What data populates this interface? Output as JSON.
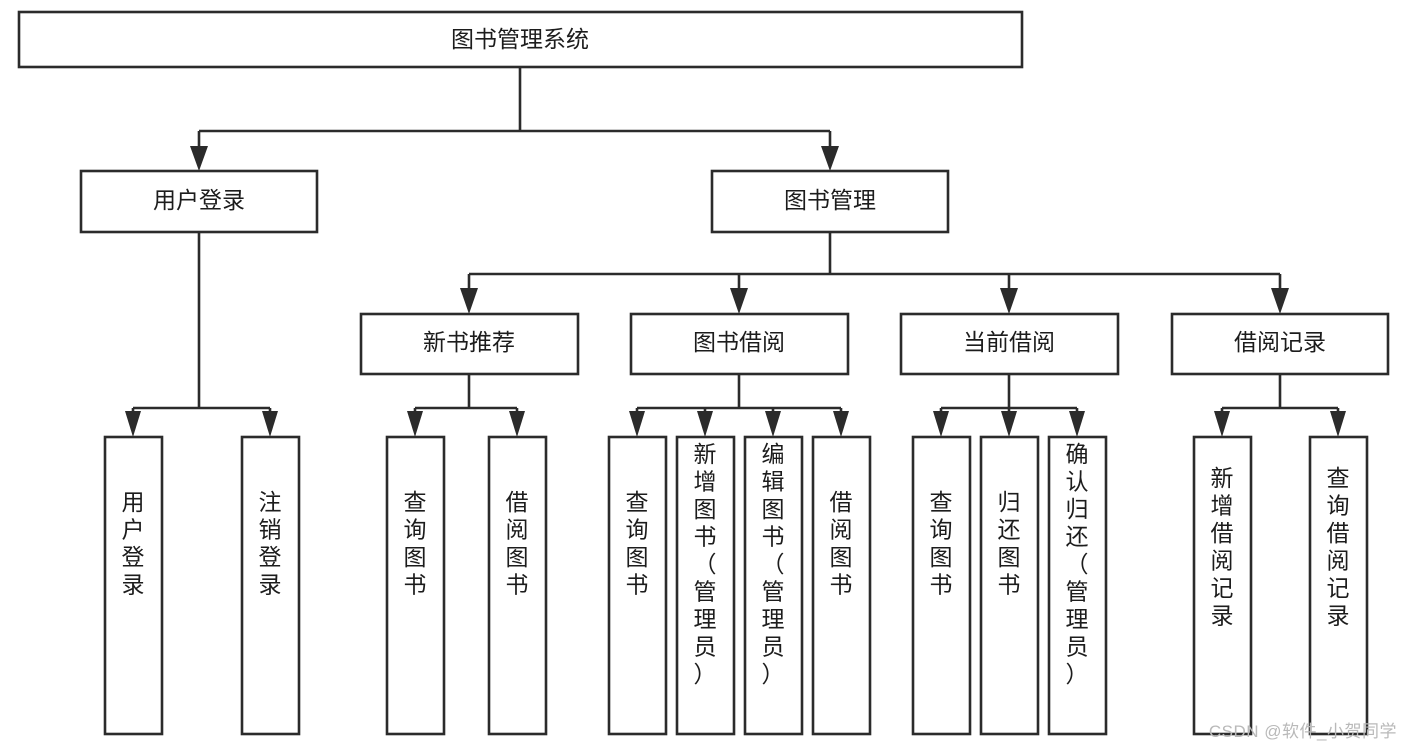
{
  "diagram": {
    "type": "tree",
    "title": "图书管理系统",
    "orientation": "top-down",
    "colors": {
      "box_stroke": "#2b2b2b",
      "box_fill": "#ffffff",
      "connector": "#2b2b2b",
      "text": "#1c1c1c",
      "watermark": "#b9b9b9",
      "background": "#ffffff"
    },
    "levels": {
      "root": {
        "label": "图书管理系统"
      },
      "level2": [
        {
          "id": "user-login",
          "label": "用户登录"
        },
        {
          "id": "book-management",
          "label": "图书管理"
        }
      ],
      "level3": [
        {
          "id": "new-book-recommend",
          "label": "新书推荐",
          "parent": "book-management"
        },
        {
          "id": "book-borrow",
          "label": "图书借阅",
          "parent": "book-management"
        },
        {
          "id": "current-borrow",
          "label": "当前借阅",
          "parent": "book-management"
        },
        {
          "id": "borrow-record",
          "label": "借阅记录",
          "parent": "book-management"
        }
      ],
      "leaves": [
        {
          "id": "leaf-user-login",
          "label": "用户登录",
          "parent": "user-login"
        },
        {
          "id": "leaf-logout-login",
          "label": "注销登录",
          "parent": "user-login"
        },
        {
          "id": "leaf-query-book-1",
          "label": "查询图书",
          "parent": "new-book-recommend"
        },
        {
          "id": "leaf-borrow-book-1",
          "label": "借阅图书",
          "parent": "new-book-recommend"
        },
        {
          "id": "leaf-query-book-2",
          "label": "查询图书",
          "parent": "book-borrow"
        },
        {
          "id": "leaf-add-book",
          "label": "新增图书（管理员）",
          "parent": "book-borrow"
        },
        {
          "id": "leaf-edit-book",
          "label": "编辑图书（管理员）",
          "parent": "book-borrow"
        },
        {
          "id": "leaf-borrow-book-2",
          "label": "借阅图书",
          "parent": "book-borrow"
        },
        {
          "id": "leaf-query-book-3",
          "label": "查询图书",
          "parent": "current-borrow"
        },
        {
          "id": "leaf-return-book",
          "label": "归还图书",
          "parent": "current-borrow"
        },
        {
          "id": "leaf-confirm-return",
          "label": "确认归还（管理员）",
          "parent": "current-borrow"
        },
        {
          "id": "leaf-add-record",
          "label": "新增借阅记录",
          "parent": "borrow-record"
        },
        {
          "id": "leaf-query-record",
          "label": "查询借阅记录",
          "parent": "borrow-record"
        }
      ]
    }
  },
  "watermark": {
    "text": "CSDN @软件_小贺同学"
  }
}
